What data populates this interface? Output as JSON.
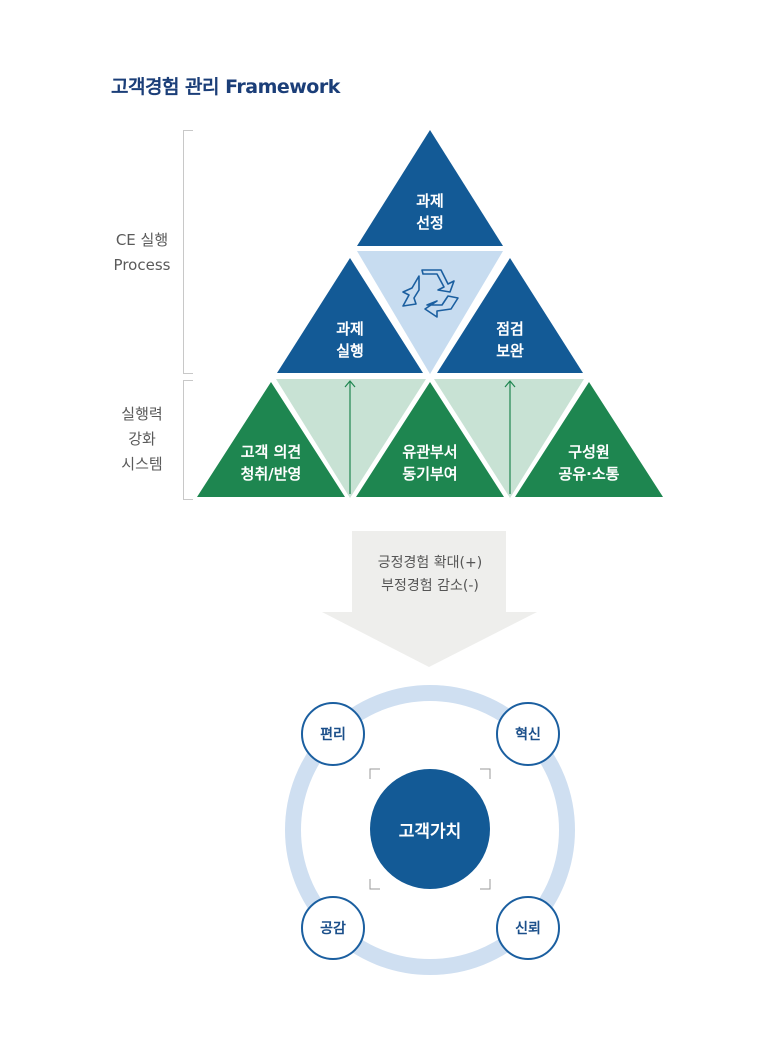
{
  "title": "고객경험 관리 Framework",
  "side_labels": {
    "ce_process": [
      "CE 실행",
      "Process"
    ],
    "strengthen": [
      "실행력",
      "강화",
      "시스템"
    ]
  },
  "pyramid": {
    "top": [
      "과제",
      "선정"
    ],
    "mid_left": [
      "과제",
      "실행"
    ],
    "mid_right": [
      "점검",
      "보완"
    ],
    "bottom_left": [
      "고객 의견",
      "청취/반영"
    ],
    "bottom_center": [
      "유관부서",
      "동기부여"
    ],
    "bottom_right": [
      "구성원",
      "공유·소통"
    ],
    "center_icon": "recycle-icon"
  },
  "arrow_text": [
    "긍정경험 확대(+)",
    "부정경험 감소(-)"
  ],
  "value_circle": {
    "center": "고객가치",
    "nodes": {
      "top_left": "편리",
      "top_right": "혁신",
      "bottom_left": "공감",
      "bottom_right": "신뢰"
    }
  },
  "colors": {
    "navy": "#135a96",
    "green": "#1e8650",
    "light_blue": "#c7dcf0",
    "light_green": "#c8e2d4",
    "ring": "#cfdff1",
    "arrow_gray": "#eeeeec",
    "title": "#1b3e78"
  }
}
